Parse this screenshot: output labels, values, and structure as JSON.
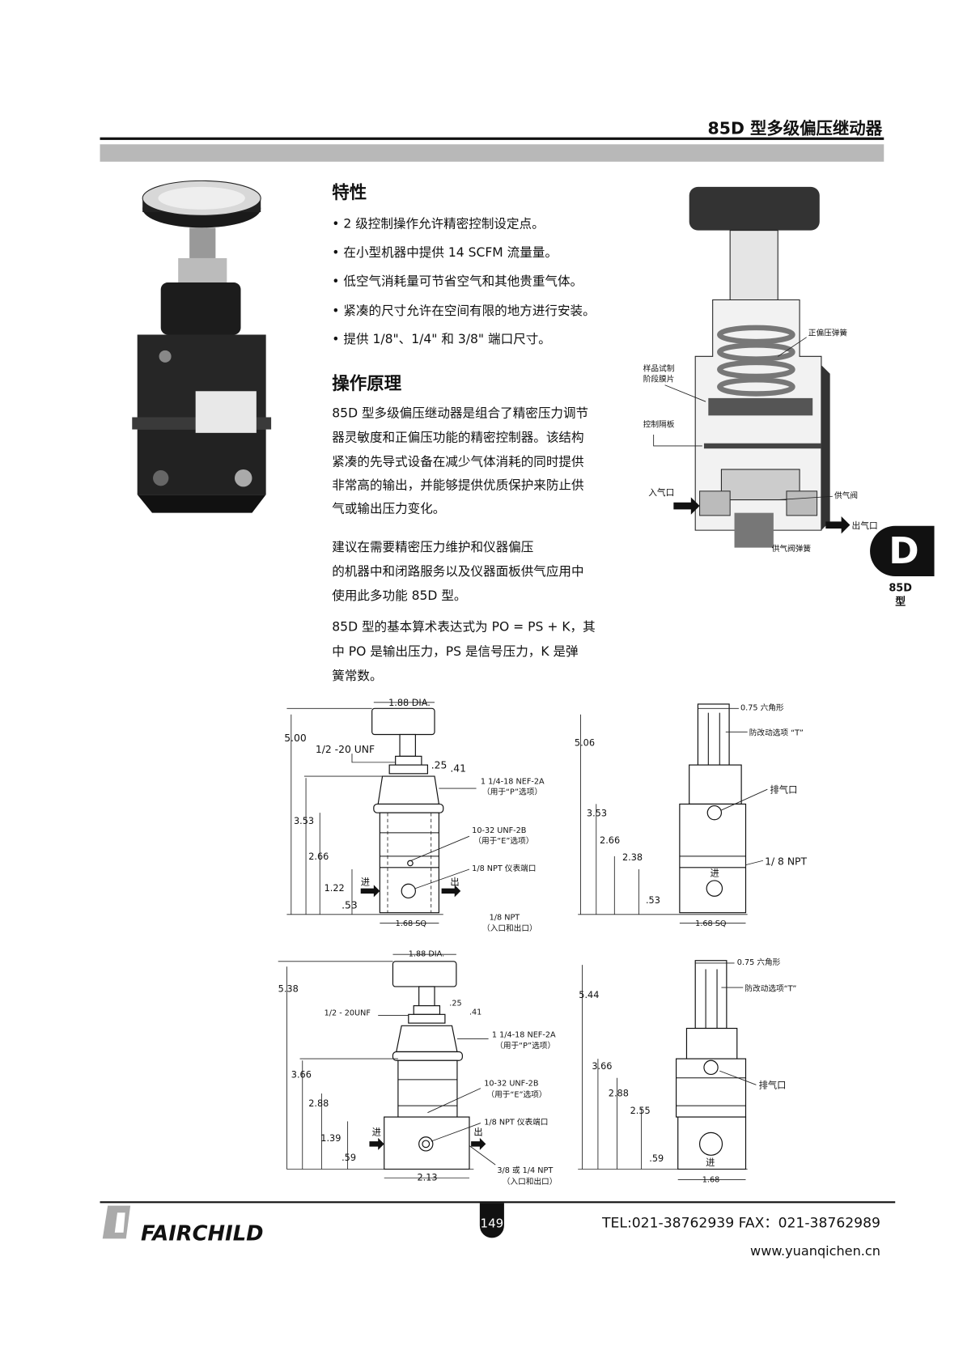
{
  "header": {
    "title": "85D 型多级偏压继动器"
  },
  "features": {
    "heading": "特性",
    "bullets": [
      "• 2 级控制操作允许精密控制设定点。",
      "• 在小型机器中提供 14 SCFM 流量量。",
      "• 低空气消耗量可节省空气和其他贵重气体。",
      "• 紧凑的尺寸允许在空间有限的地方进行安装。",
      "• 提供 1/8\"、1/4\" 和 3/8\" 端口尺寸。"
    ]
  },
  "operation": {
    "heading": "操作原理",
    "para1": [
      "85D 型多级偏压继动器是组合了精密压力调节",
      "器灵敏度和正偏压功能的精密控制器。该结构",
      "紧凑的先导式设备在减少气体消耗的同时提供",
      "非常高的输出，并能够提供优质保护来防止供",
      "气或输出压力变化。"
    ],
    "para2": [
      "建议在需要精密压力维护和仪器偏压",
      "的机器中和闭路服务以及仪器面板供气应用中",
      "使用此多功能 85D 型。"
    ],
    "para3": [
      "85D 型的基本算术表达式为 PO = PS + K，其",
      "中 PO 是输出压力，PS 是信号压力，K 是弹",
      "簧常数。"
    ]
  },
  "cutaway": {
    "labels": [
      "正偏压弹簧",
      "样品试制",
      "阶段膜片",
      "控制隔板",
      "入气口",
      "供气阀",
      "出气口",
      "供气阀弹簧"
    ]
  },
  "section_tab": {
    "letter": "D",
    "model": "85D",
    "type": "型"
  },
  "drawings": {
    "top_left": [
      "1.88 DIA.",
      "5.00",
      "1/2 -20 UNF",
      ".25",
      ".41",
      "1 1/4-18 NEF-2A",
      "（用于“P”选项）",
      "3.53",
      "10-32 UNF-2B",
      "（用于“E”选项）",
      "2.66",
      "1/8 NPT 仪表端口",
      "1.22",
      "进",
      "出",
      ".53",
      "1.68 SQ",
      "1/8 NPT",
      "（入口和出口）"
    ],
    "top_right": [
      "0.75 六角形",
      "防改动选项 “T”",
      "5.06",
      "排气口",
      "3.53",
      "2.66",
      "2.38",
      "1/ 8 NPT",
      "进",
      ".53",
      "1.68 SQ"
    ],
    "bottom_left": [
      "1.88 DIA.",
      "5.38",
      "1/2 - 20UNF",
      ".25",
      ".41",
      "1 1/4-18 NEF-2A",
      "（用于“P”选项）",
      "3.66",
      "10-32 UNF-2B",
      "（用于“E”选项）",
      "2.88",
      "1/8 NPT 仪表端口",
      "1.39",
      "进",
      "出",
      ".59",
      "2.13",
      "3/8 或 1/4 NPT",
      "（入口和出口）"
    ],
    "bottom_right": [
      "0.75 六角形",
      "防改动选项“T”",
      "5.44",
      "排气口",
      "3.66",
      "2.88",
      "2.55",
      ".59",
      "进",
      "1.68"
    ]
  },
  "footer": {
    "brand": "FAIRCHILD",
    "page_number": "149",
    "contact": "TEL:021-38762939   FAX：021-38762989",
    "website": "www.yuanqichen.cn"
  }
}
